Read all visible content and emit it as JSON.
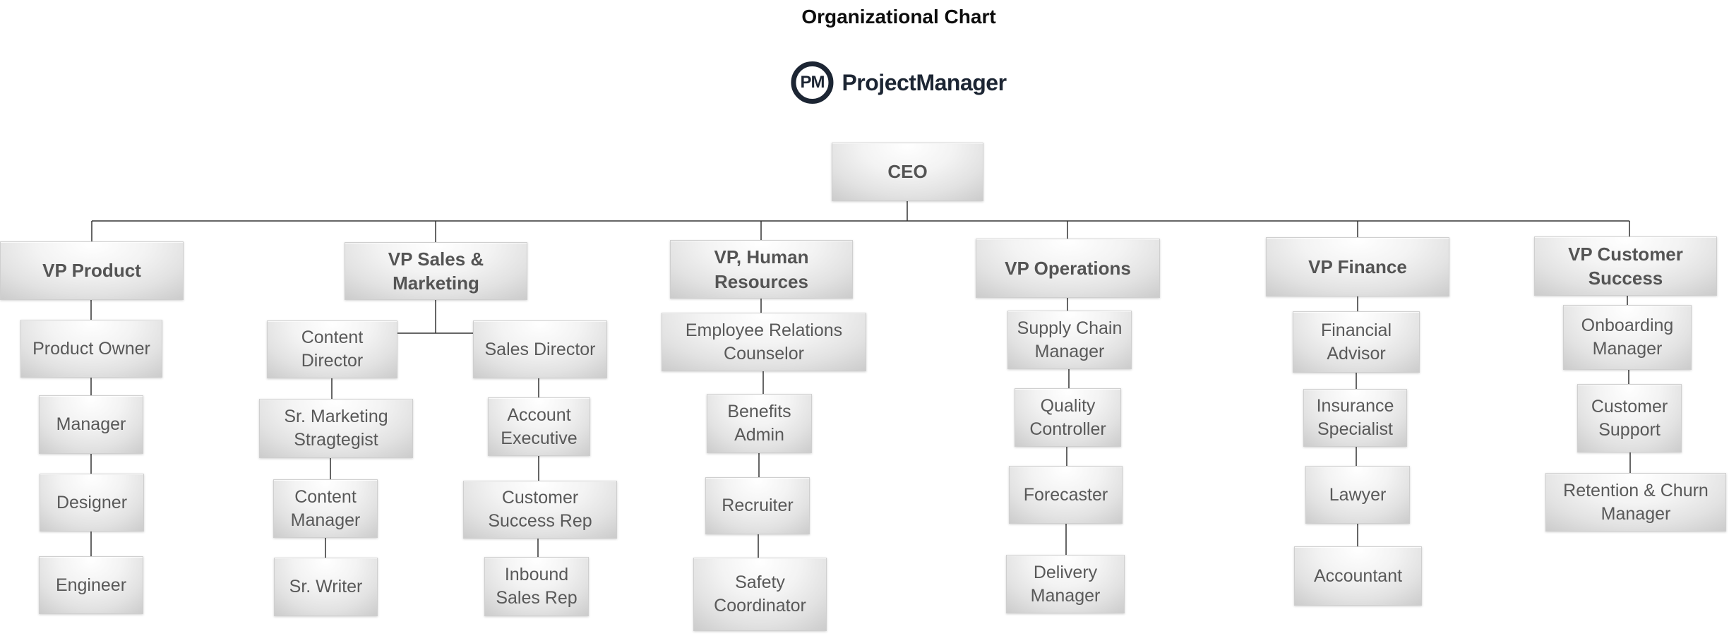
{
  "title": "Organizational Chart",
  "brand": {
    "monogram": "PM",
    "name": "ProjectManager"
  },
  "colors": {
    "title_text": "#0d0d0d",
    "brand_ink": "#1c2533",
    "node_text": "#595959",
    "node_fill_light": "#ffffff",
    "node_fill_dark": "#c9c9c9",
    "connector": "#333333"
  },
  "org": {
    "root": "CEO",
    "branches": [
      {
        "head": "VP Product",
        "reports": [
          "Product Owner",
          "Manager",
          "Designer",
          "Engineer"
        ]
      },
      {
        "head": "VP Sales & Marketing",
        "teams": [
          {
            "lead": "Content Director",
            "reports": [
              "Sr. Marketing Stragtegist",
              "Content Manager",
              "Sr. Writer"
            ]
          },
          {
            "lead": "Sales Director",
            "reports": [
              "Account Executive",
              "Customer Success Rep",
              "Inbound Sales Rep"
            ]
          }
        ]
      },
      {
        "head": "VP, Human Resources",
        "reports": [
          "Employee Relations Counselor",
          "Benefits Admin",
          "Recruiter",
          "Safety Coordinator"
        ]
      },
      {
        "head": "VP Operations",
        "reports": [
          "Supply Chain Manager",
          "Quality Controller",
          "Forecaster",
          "Delivery Manager"
        ]
      },
      {
        "head": "VP Finance",
        "reports": [
          "Financial Advisor",
          "Insurance Specialist",
          "Lawyer",
          "Accountant"
        ]
      },
      {
        "head": "VP Customer Success",
        "reports": [
          "Onboarding Manager",
          "Customer Support",
          "Retention & Churn Manager"
        ]
      }
    ]
  }
}
